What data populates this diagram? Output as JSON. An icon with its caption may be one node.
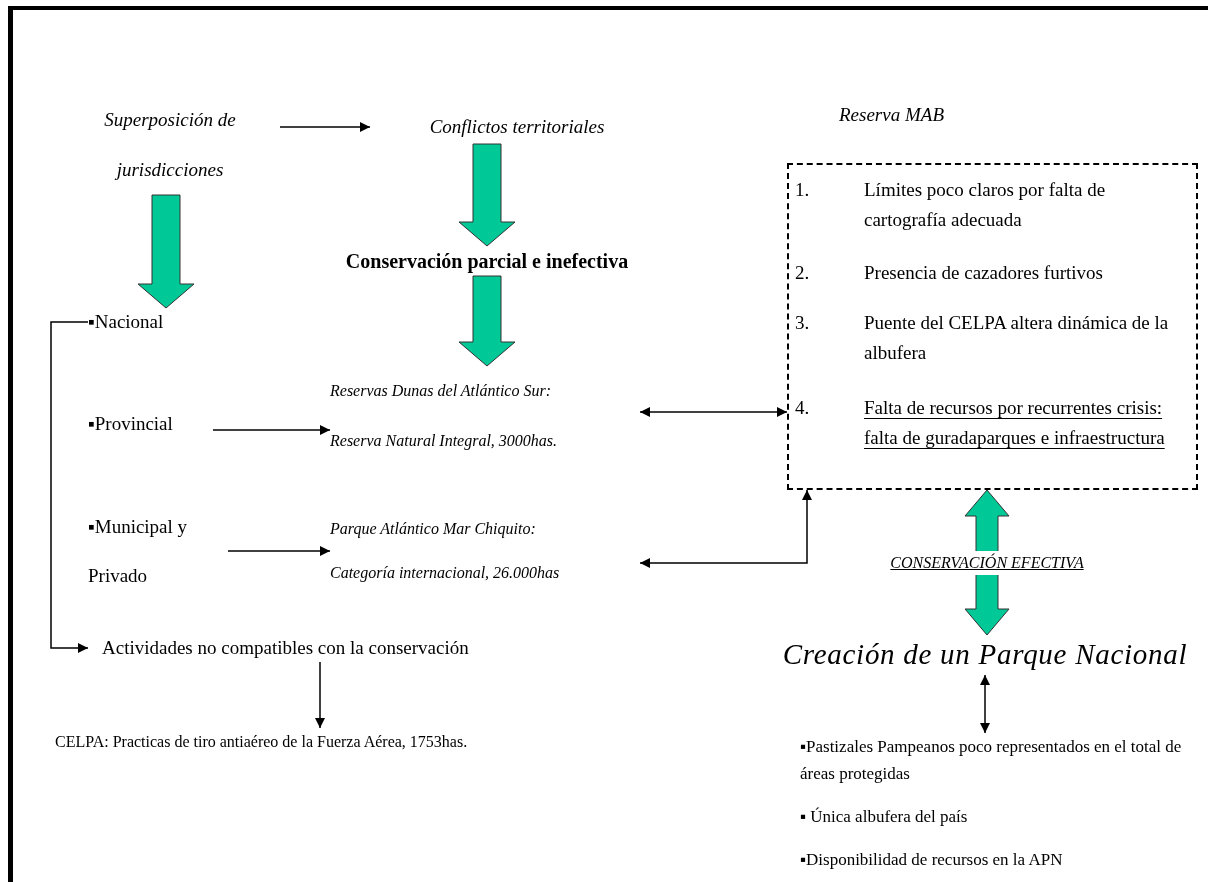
{
  "diagram": {
    "nodes": [
      {
        "text": [
          "Superposición de jurisdicciones"
        ]
      },
      {
        "text": [
          "Conflictos territoriales"
        ]
      },
      {
        "text": [
          "Reserva MAB"
        ]
      },
      {
        "text": [
          "1.",
          "Límites poco claros por falta de cartografía adecuada"
        ],
        "in": 2
      },
      {
        "text": [
          "2.",
          "Presencia de cazadores furtivos"
        ],
        "in": 2
      },
      {
        "text": [
          "3.",
          "Puente del CELPA altera dinámica de la albufera"
        ],
        "in": 2
      },
      {
        "text": [
          "4.",
          "Falta de recursos por recurrentes crisis: falta de guradaparques e infraestructura"
        ],
        "in": 2
      },
      {
        "text": [
          "Conservación parcial e inefectiva"
        ]
      },
      {
        "text": [
          "▪Nacional"
        ]
      },
      {
        "text": [
          "Reservas Dunas del Atlántico Sur:",
          "Reserva Natural Integral, 3000has."
        ]
      },
      {
        "text": [
          "▪Provincial"
        ]
      },
      {
        "text": [
          "▪Municipal y Privado"
        ]
      },
      {
        "text": [
          "Parque Atlántico Mar Chiquito:",
          "Categoría internacional, 26.000has"
        ]
      },
      {
        "text": [
          "Actividades no compatibles con la conservación"
        ]
      },
      {
        "text": [
          "CELPA: Practicas de tiro antiaéreo de la Fuerza Aérea, 1753has."
        ]
      },
      {
        "text": [
          "Creación de un Parque Nacional"
        ]
      },
      {
        "text": [
          "▪Pastizales Pampeanos poco representados en el total de áreas protegidas",
          "▪ Única albufera del país",
          "▪Disponibilidad de recursos en la APN"
        ]
      }
    ],
    "edges": [
      {
        "from": 0,
        "to": 1,
        "arrow": "to"
      },
      {
        "from": 1,
        "to": 7,
        "arrow": "to",
        "style": "thick",
        "color": "#00c896"
      },
      {
        "from": 0,
        "to": 8,
        "arrow": "to",
        "style": "thick",
        "color": "#00c896"
      },
      {
        "from": 7,
        "to": 9,
        "arrow": "to",
        "style": "thick",
        "color": "#00c896"
      },
      {
        "from": 10,
        "to": 9,
        "arrow": "to"
      },
      {
        "from": 11,
        "to": 12,
        "arrow": "to"
      },
      {
        "from": 9,
        "to": 2,
        "arrow": "both"
      },
      {
        "from": 12,
        "to": 2,
        "arrow": "both"
      },
      {
        "from": 8,
        "to": 13,
        "arrow": "to"
      },
      {
        "from": 13,
        "to": 14,
        "arrow": "to"
      },
      {
        "from": 2,
        "to": 15,
        "arrow": "both",
        "style": "thick",
        "color": "#00c896",
        "label": "CONSERVACIÓN EFECTIVA"
      },
      {
        "from": 15,
        "to": 16,
        "arrow": "both"
      }
    ]
  }
}
